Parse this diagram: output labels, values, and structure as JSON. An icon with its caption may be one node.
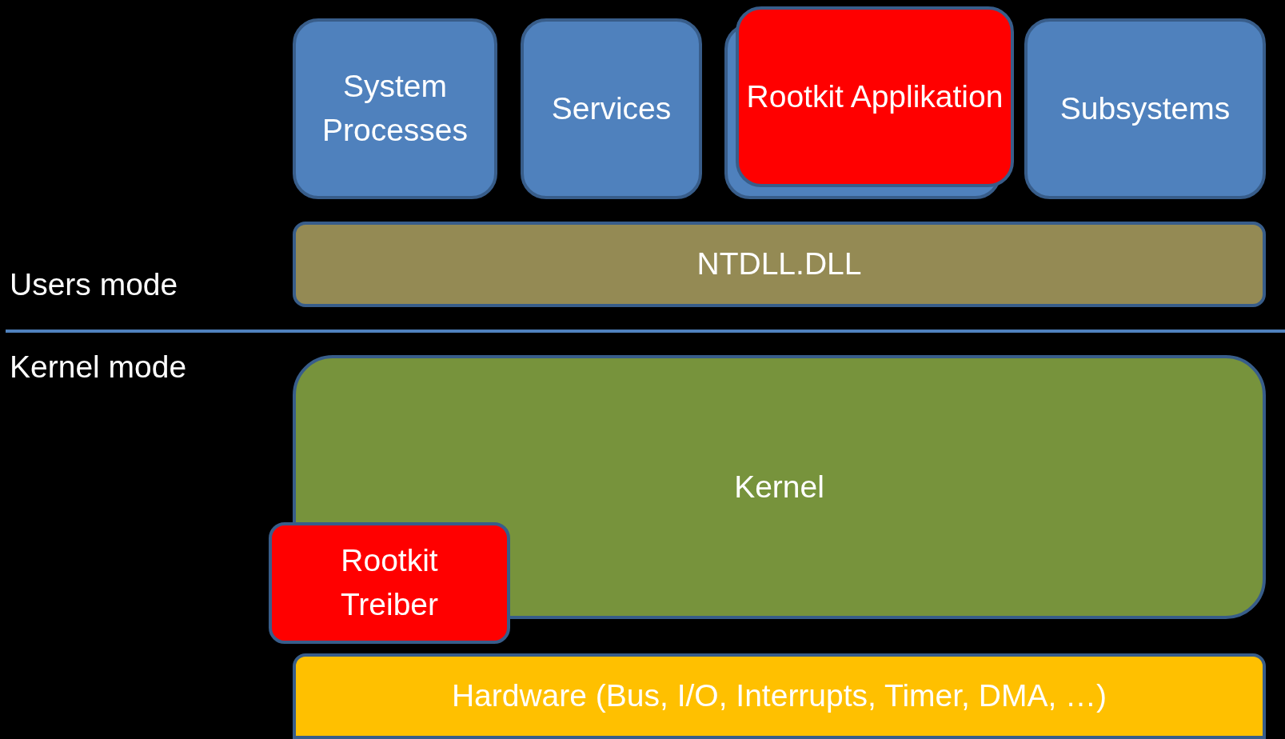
{
  "diagram": {
    "nodes": [
      {
        "text": [
          "System Processes"
        ]
      },
      {
        "text": [
          "Services"
        ]
      },
      {
        "text": [
          "Rootkit Applikation"
        ]
      },
      {
        "text": [
          "Subsystems"
        ]
      },
      {
        "text": [
          "NTDLL.DLL"
        ]
      },
      {
        "text": [
          "Kernel"
        ]
      },
      {
        "text": [
          "Rootkit Treiber"
        ]
      },
      {
        "text": [
          "Hardware (Bus, I/O, Interrupts, Timer, DMA, …)"
        ]
      }
    ],
    "labels": [
      "Users mode",
      "Kernel mode"
    ]
  }
}
